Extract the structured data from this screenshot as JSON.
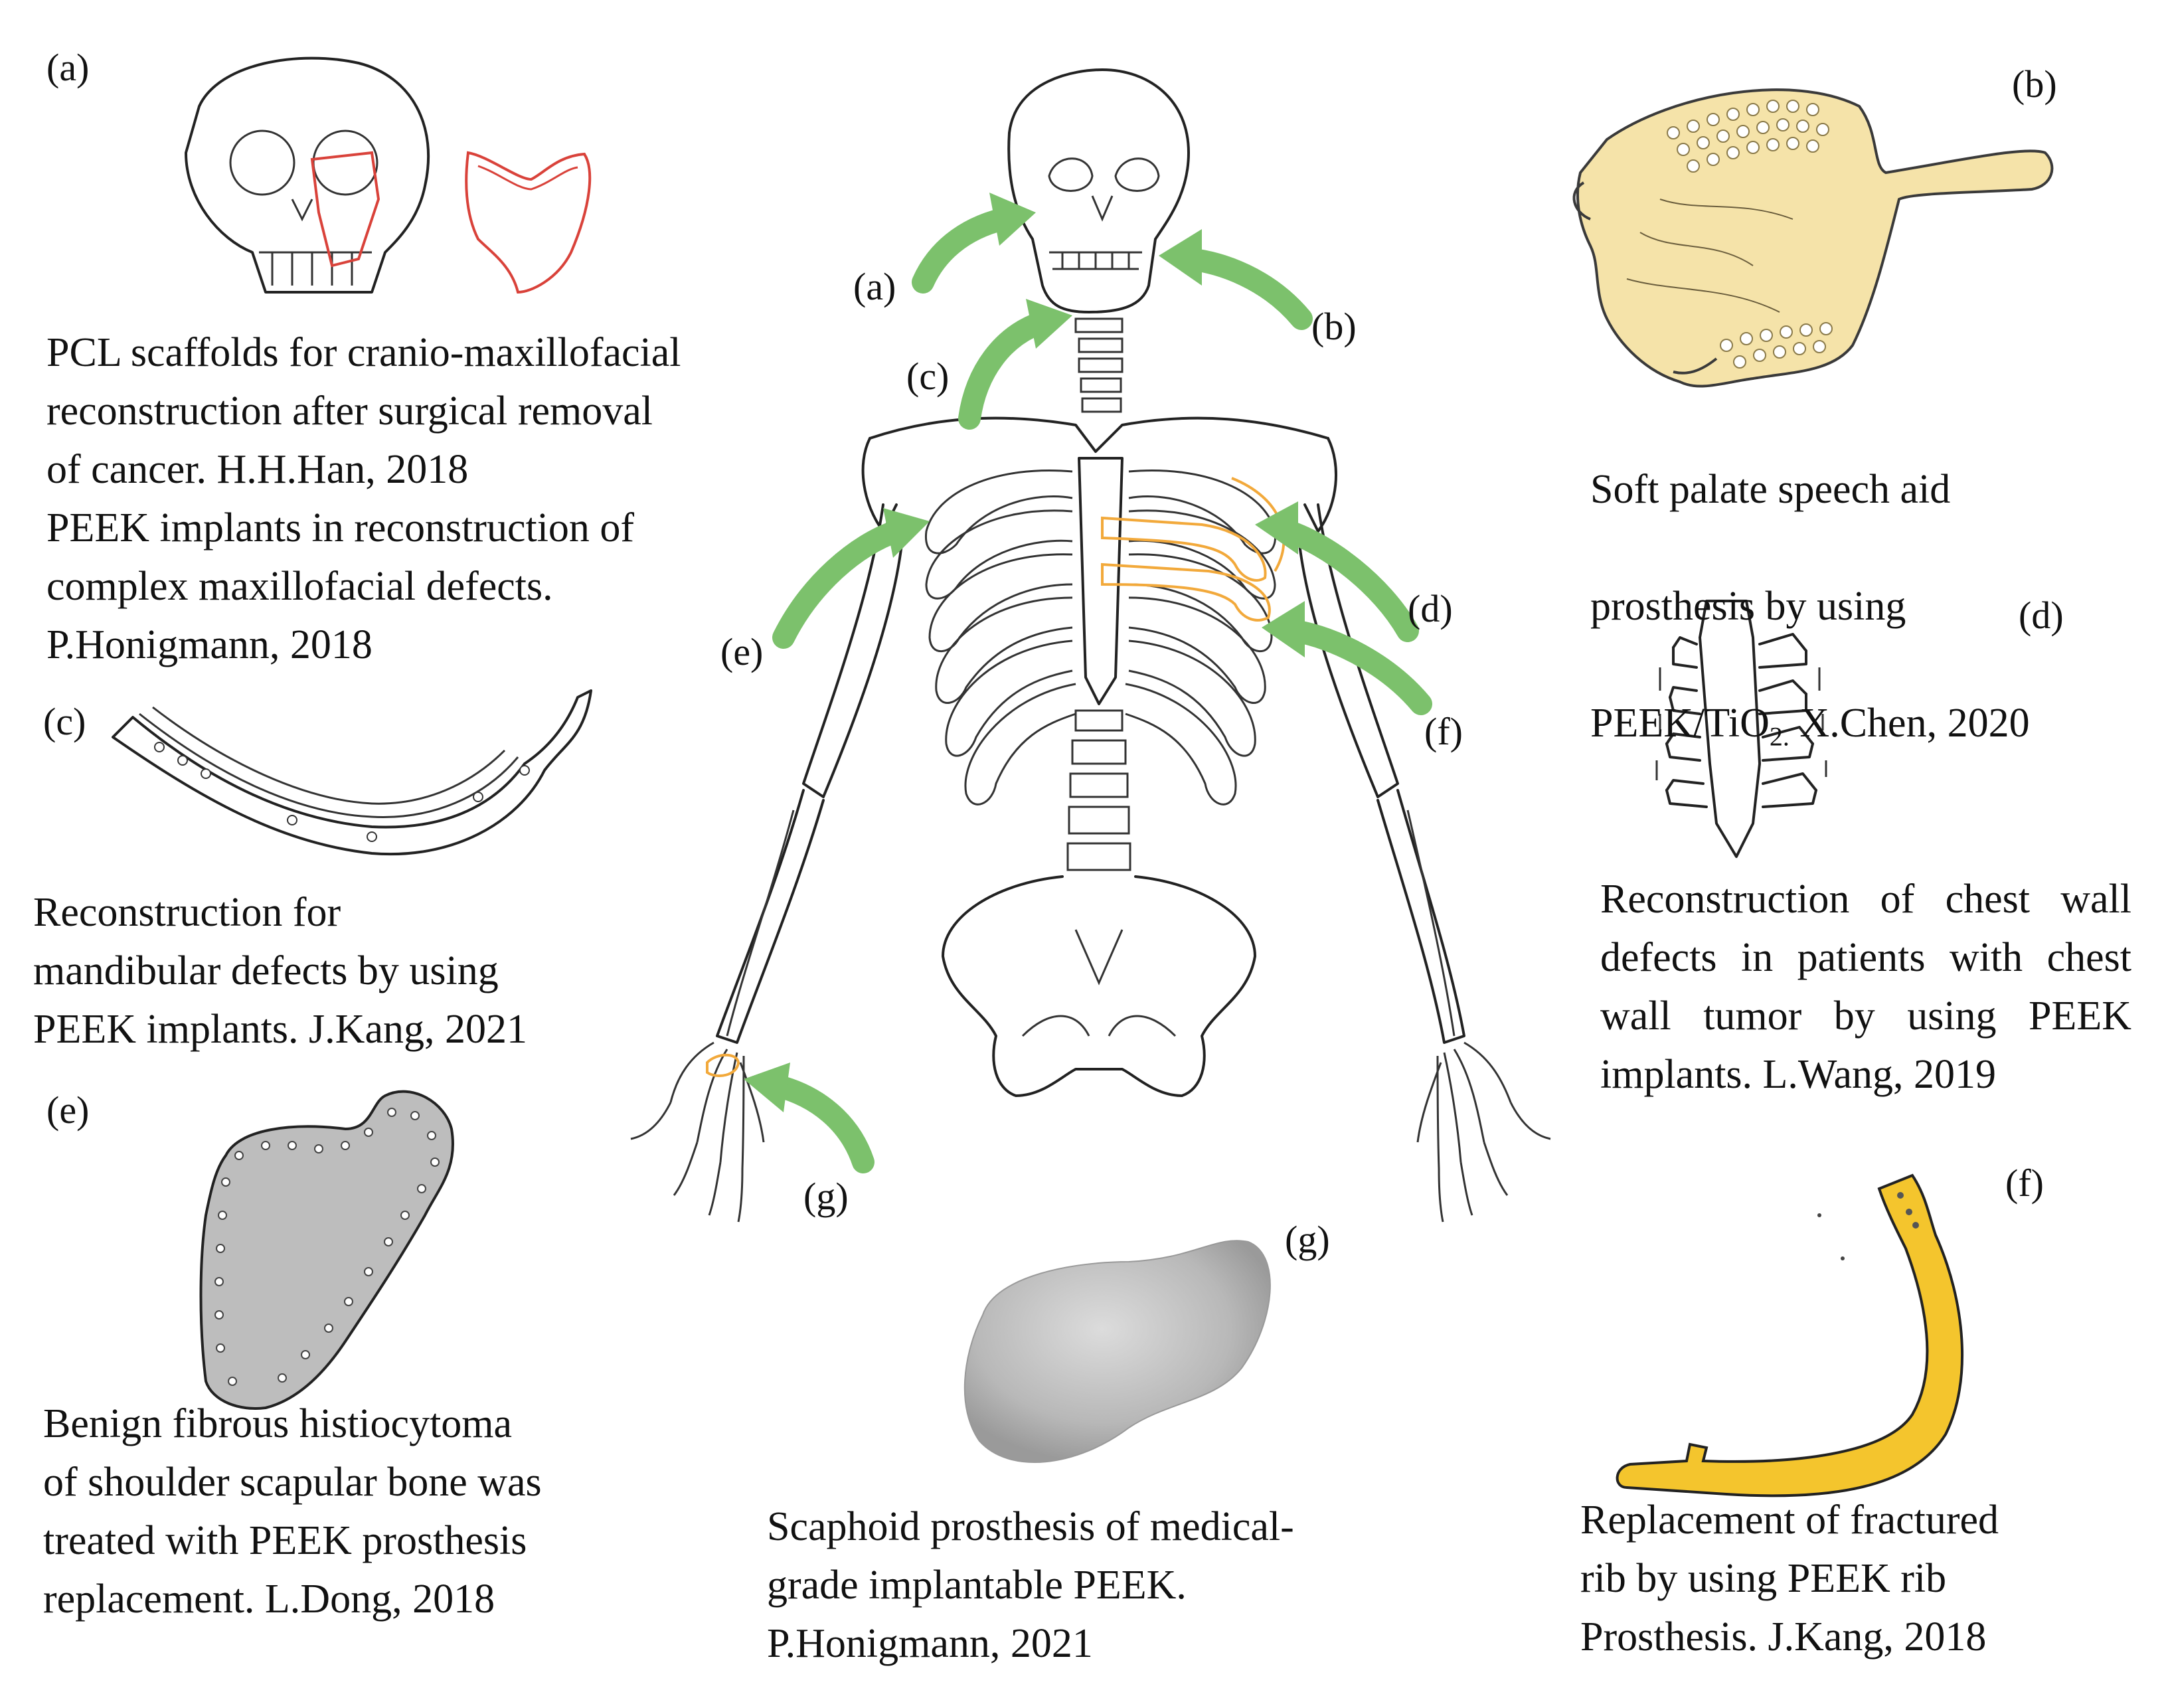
{
  "labels": {
    "a": "(a)",
    "b": "(b)",
    "c": "(c)",
    "d": "(d)",
    "e": "(e)",
    "f": "(f)",
    "g": "(g)"
  },
  "captions": {
    "a": "PCL scaffolds for cranio-maxillofacial\nreconstruction after surgical removal\nof cancer. H.H.Han, 2018\nPEEK implants in reconstruction of\ncomplex maxillofacial defects.\nP.Honigmann, 2018",
    "b_line1": "Soft palate speech aid",
    "b_line2": "prosthesis by using",
    "b_line3_pre": "PEEK/TiO",
    "b_line3_sub": "2.",
    "b_line3_post": " X.Chen, 2020",
    "c": "Reconstruction for\nmandibular defects by using\nPEEK implants. J.Kang, 2021",
    "d": "Reconstruction of chest wall defects in patients with chest wall tumor by using PEEK implants. L.Wang, 2019",
    "e": "Benign fibrous histiocytoma\nof shoulder scapular bone was\ntreated with PEEK prosthesis\nreplacement. L.Dong, 2018",
    "f": "Replacement of fractured\nrib by using PEEK rib\nProsthesis. J.Kang, 2018",
    "g": "Scaphoid prosthesis of medical-\ngrade implantable PEEK.\nP.Honigmann, 2021"
  },
  "colors": {
    "arrow": "#7cc16c",
    "implant_outline_red": "#d9423a",
    "implant_orange": "#f2a93b",
    "palate_fill": "#f5e3a9",
    "rib_yellow": "#f4c52d",
    "scapula_gray": "#bdbdbd",
    "scaphoid_gray": "#b9b9b9"
  }
}
